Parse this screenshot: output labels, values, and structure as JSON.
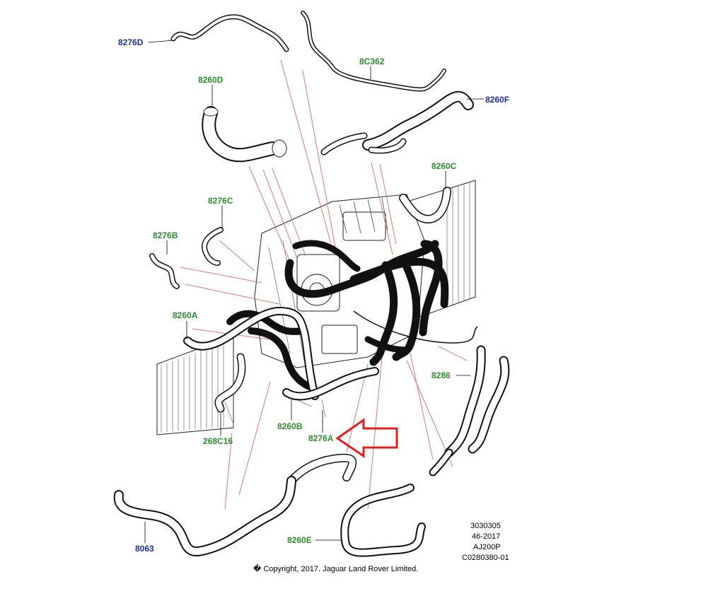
{
  "labels": [
    {
      "id": "8276D",
      "text": "8276D",
      "color": "blue"
    },
    {
      "id": "8C362",
      "text": "8C362",
      "color": "green"
    },
    {
      "id": "8260D",
      "text": "8260D",
      "color": "green"
    },
    {
      "id": "8260F",
      "text": "8260F",
      "color": "blue"
    },
    {
      "id": "8260C",
      "text": "8260C",
      "color": "green"
    },
    {
      "id": "8276C",
      "text": "8276C",
      "color": "green"
    },
    {
      "id": "8276B",
      "text": "8276B",
      "color": "green"
    },
    {
      "id": "8260A",
      "text": "8260A",
      "color": "green"
    },
    {
      "id": "8286",
      "text": "8286",
      "color": "green"
    },
    {
      "id": "8260B",
      "text": "8260B",
      "color": "green"
    },
    {
      "id": "8276A",
      "text": "8276A",
      "color": "green"
    },
    {
      "id": "268C16",
      "text": "268C16",
      "color": "green"
    },
    {
      "id": "8063",
      "text": "8063",
      "color": "blue"
    },
    {
      "id": "8260E",
      "text": "8260E",
      "color": "green"
    }
  ],
  "reference": [
    "3030305",
    "46-2017",
    "AJ200P",
    "C0280380-01"
  ],
  "copyright": "� Copyright, 2017. Jaguar Land Rover Limited.",
  "colors": {
    "label_green": "#2e8b2e",
    "label_blue": "#1f2f8f",
    "leader_red": "#d87a7a",
    "arrow_red": "#e02020"
  }
}
